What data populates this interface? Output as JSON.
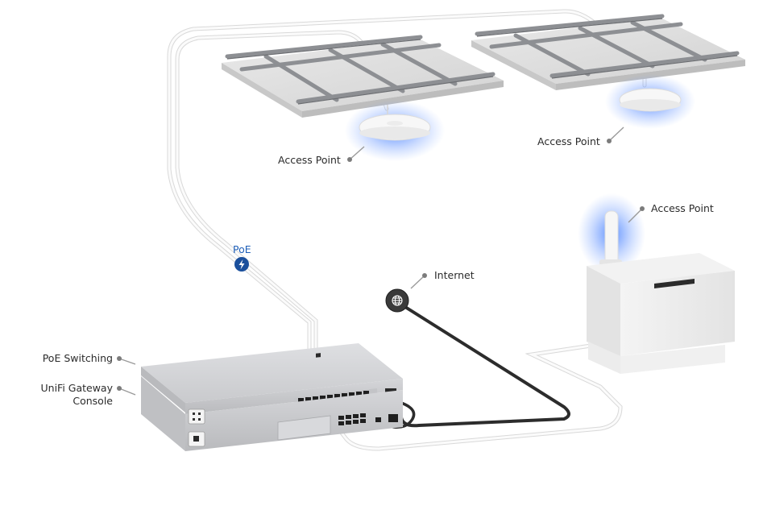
{
  "labels": {
    "ap_left": "Access Point",
    "ap_right": "Access Point",
    "ap_outdoor": "Access Point",
    "internet": "Internet",
    "poe": "PoE",
    "poe_switching": "PoE Switching",
    "gateway_line1": "UniFi Gateway",
    "gateway_line2": "Console"
  },
  "colors": {
    "poe_badge": "#1a4f9c",
    "glow": "#3f7cff",
    "cable": "#e6e6e6",
    "internet_cable": "#2c2c2c",
    "internet_badge": "#3a3a3a"
  }
}
